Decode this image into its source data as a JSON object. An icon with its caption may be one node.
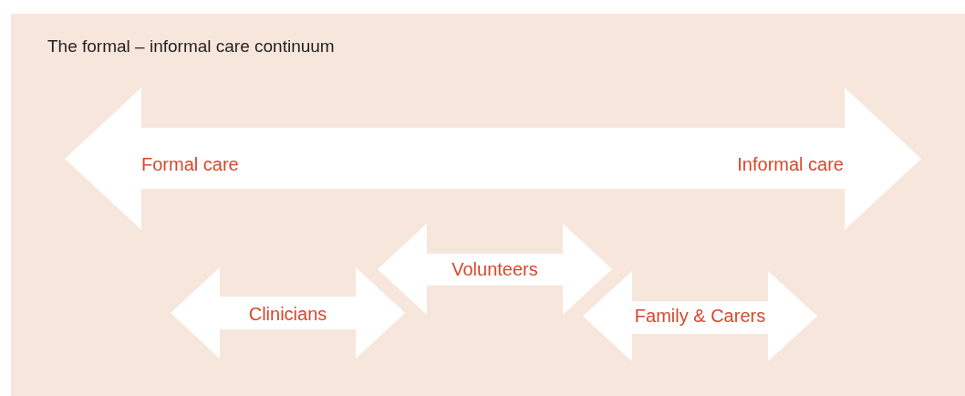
{
  "diagram": {
    "title": "The formal – informal care continuum",
    "nodes": [
      {
        "text": [
          "Formal care",
          "Informal care"
        ]
      },
      {
        "text": [
          "Clinicians"
        ]
      },
      {
        "text": [
          "Volunteers"
        ]
      },
      {
        "text": [
          "Family & Carers"
        ]
      }
    ]
  }
}
